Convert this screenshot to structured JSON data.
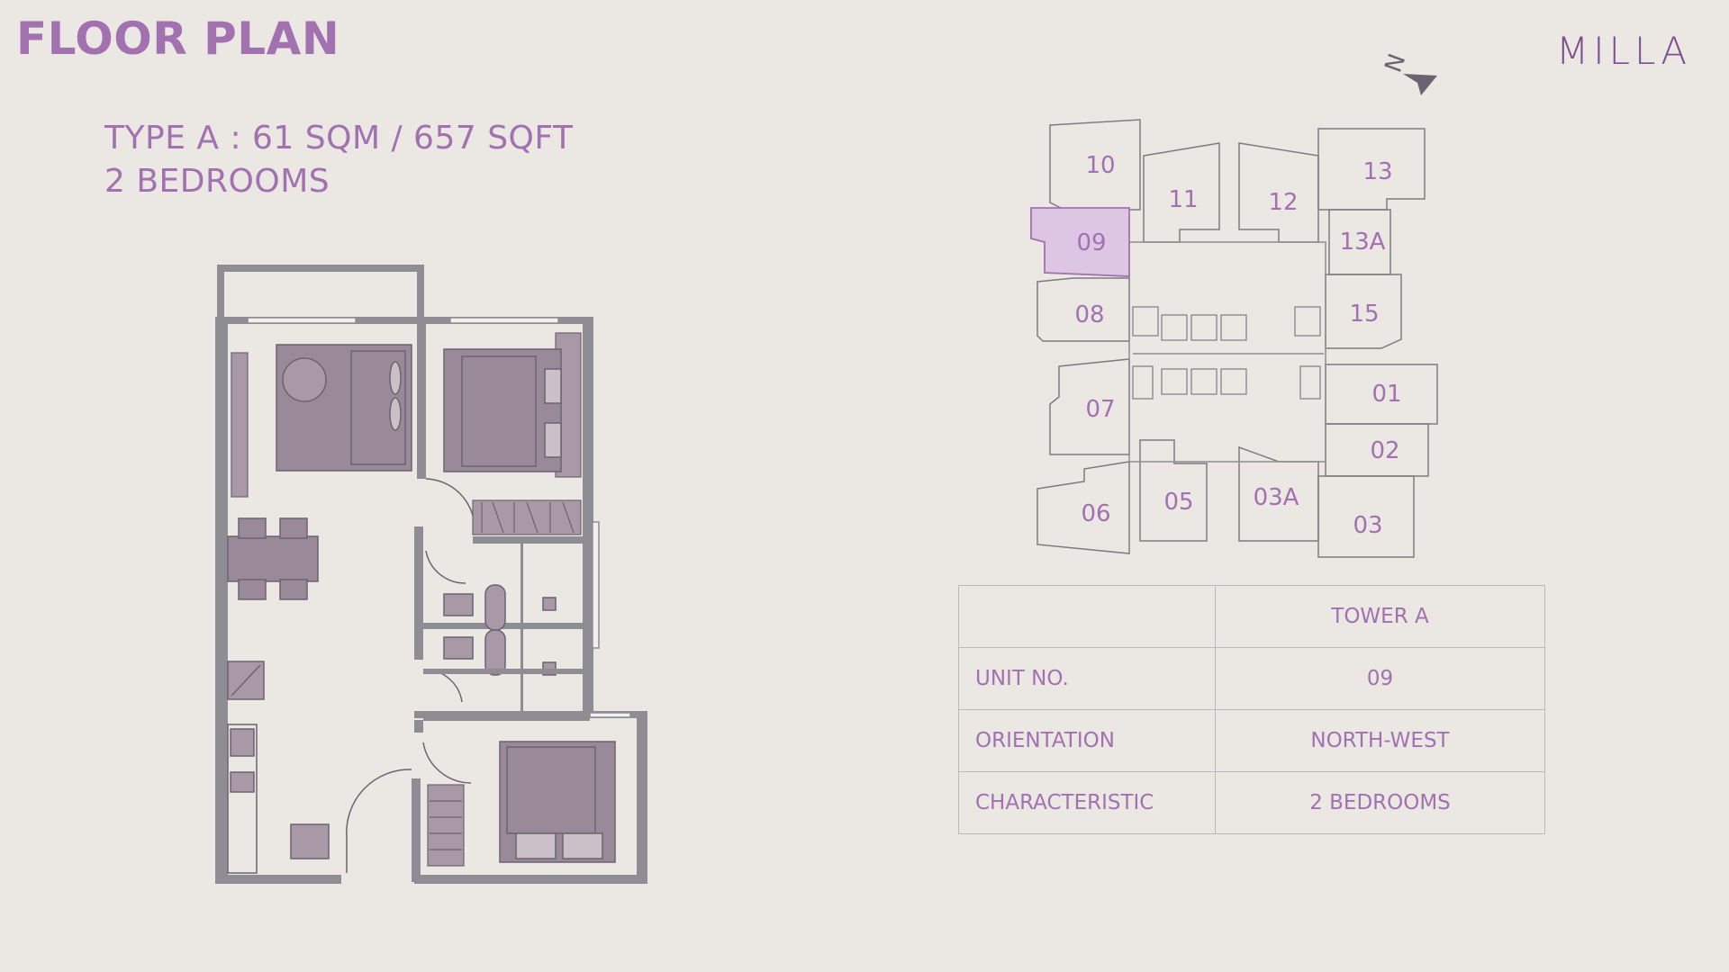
{
  "header": {
    "title": "FLOOR PLAN",
    "type_line": "TYPE A : 61 SQM / 657 SQFT",
    "bedrooms_line": "2 BEDROOMS"
  },
  "logo": "MILLA",
  "compass": {
    "north_label": "N"
  },
  "key_plan": {
    "highlight_unit": "09",
    "units": [
      "10",
      "11",
      "12",
      "13",
      "09",
      "13A",
      "08",
      "15",
      "07",
      "01",
      "02",
      "06",
      "05",
      "03A",
      "03"
    ]
  },
  "table": {
    "header": [
      "",
      "TOWER A"
    ],
    "rows": [
      [
        "UNIT NO.",
        "09"
      ],
      [
        "ORIENTATION",
        "NORTH-WEST"
      ],
      [
        "CHARACTERISTIC",
        "2 BEDROOMS"
      ]
    ]
  },
  "colors": {
    "accent": "#A271B0",
    "highlight_fill": "#DCC6E4",
    "furniture": "#9A8A99",
    "walls": "#8D8D93",
    "background": "#EBE8E4"
  }
}
